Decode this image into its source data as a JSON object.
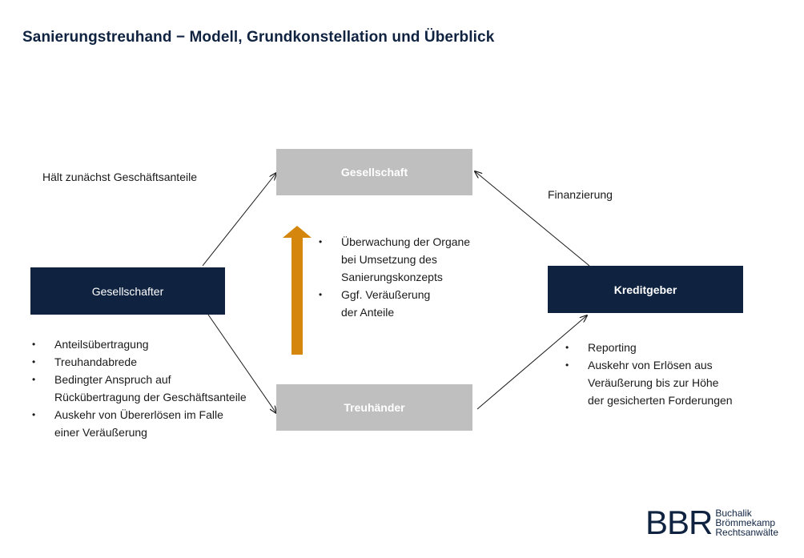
{
  "title": "Sanierungstreuhand − Modell, Grundkonstellation und Überblick",
  "nodes": {
    "gesellschaft": "Gesellschaft",
    "gesellschafter": "Gesellschafter",
    "kreditgeber": "Kreditgeber",
    "treuhaender": "Treuhänder"
  },
  "labels": {
    "haelt": "Hält zunächst Geschäftsanteile",
    "finanzierung": "Finanzierung"
  },
  "center_bullets": [
    [
      "Überwachung der Organe",
      "bei Umsetzung des",
      "Sanierungskonzepts"
    ],
    [
      "Ggf. Veräußerung",
      "der Anteile"
    ]
  ],
  "left_bullets": [
    [
      "Anteilsübertragung"
    ],
    [
      "Treuhandabrede"
    ],
    [
      "Bedingter Anspruch auf",
      "Rückübertragung der Geschäftsanteile"
    ],
    [
      "Auskehr von Übererlösen im Falle",
      "einer Veräußerung"
    ]
  ],
  "right_bullets": [
    [
      "Reporting"
    ],
    [
      "Auskehr von Erlösen aus",
      "Veräußerung bis zur Höhe",
      "der gesicherten Forderungen"
    ]
  ],
  "logo": {
    "mark": "BBR",
    "line1": "Buchalik",
    "line2": "Brömmekamp",
    "line3": "Rechtsanwälte"
  },
  "colors": {
    "navy": "#0f2340",
    "grey": "#bfbfbf",
    "orange_arrow": "#d4870c"
  }
}
